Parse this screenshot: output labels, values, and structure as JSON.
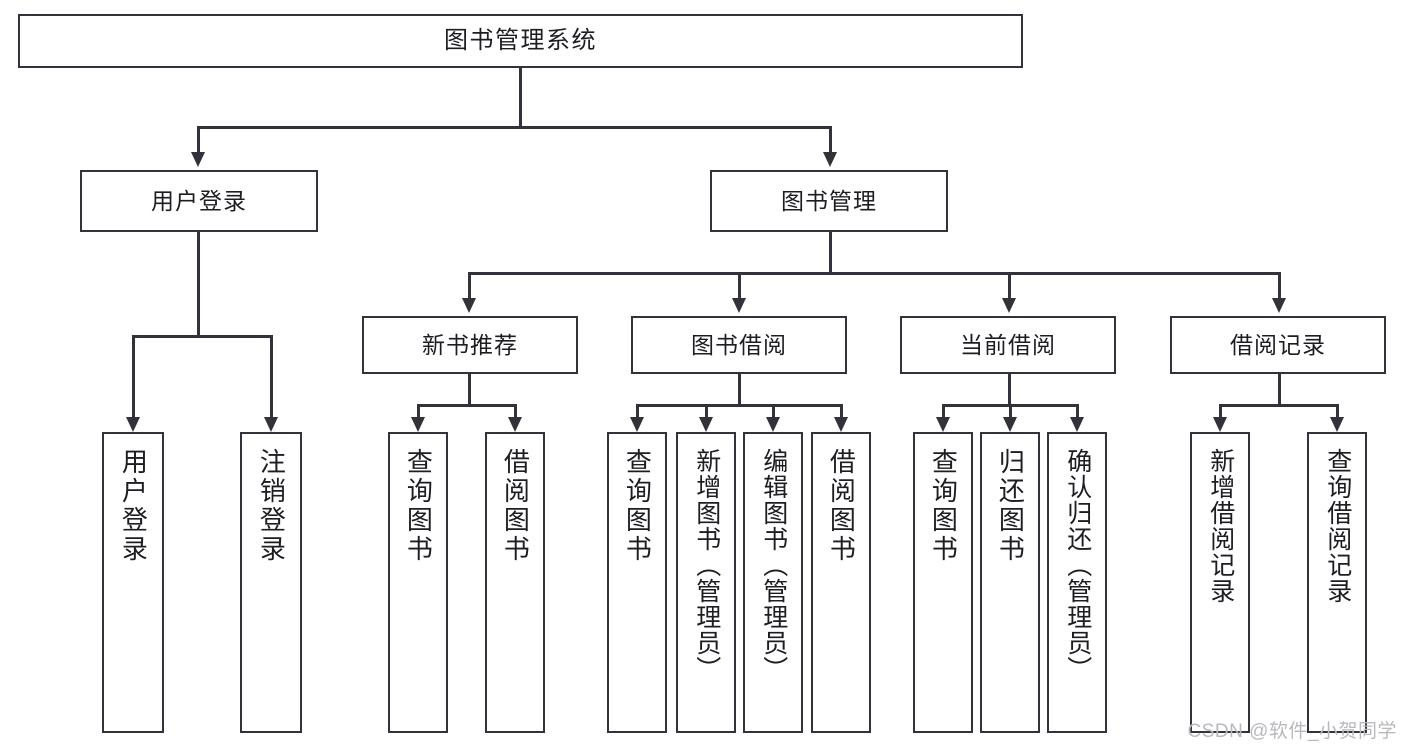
{
  "diagram": {
    "title": "图书管理系统",
    "type": "tree-hierarchy",
    "watermark": "CSDN @软件_小贺同学",
    "colors": {
      "stroke": "#32323a",
      "fill": "#ffffff",
      "text": "#1d1d22",
      "watermark": "#b9b9bd"
    }
  },
  "nodes": {
    "root": {
      "label": "图书管理系统"
    },
    "level2": [
      {
        "id": "user-login",
        "label": "用户登录"
      },
      {
        "id": "book-manage",
        "label": "图书管理"
      }
    ],
    "level3": [
      {
        "id": "new-book-recommend",
        "label": "新书推荐"
      },
      {
        "id": "book-borrow",
        "label": "图书借阅"
      },
      {
        "id": "current-borrow",
        "label": "当前借阅"
      },
      {
        "id": "borrow-record",
        "label": "借阅记录"
      }
    ],
    "leaves": {
      "user_login": [
        {
          "id": "leaf-user-login",
          "label": "用户登录"
        },
        {
          "id": "leaf-logout-login",
          "label": "注销登录"
        }
      ],
      "new_book_recommend": [
        {
          "id": "leaf-query-book-1",
          "label": "查询图书"
        },
        {
          "id": "leaf-borrow-book-1",
          "label": "借阅图书"
        }
      ],
      "book_borrow": [
        {
          "id": "leaf-query-book-2",
          "label": "查询图书"
        },
        {
          "id": "leaf-add-book-admin",
          "label": "新增图书（管理员）"
        },
        {
          "id": "leaf-edit-book-admin",
          "label": "编辑图书（管理员）"
        },
        {
          "id": "leaf-borrow-book-2",
          "label": "借阅图书"
        }
      ],
      "current_borrow": [
        {
          "id": "leaf-query-book-3",
          "label": "查询图书"
        },
        {
          "id": "leaf-return-book",
          "label": "归还图书"
        },
        {
          "id": "leaf-confirm-return-admin",
          "label": "确认归还（管理员）"
        }
      ],
      "borrow_record": [
        {
          "id": "leaf-add-borrow-record",
          "label": "新增借阅记录"
        },
        {
          "id": "leaf-query-borrow-record",
          "label": "查询借阅记录"
        }
      ]
    }
  }
}
